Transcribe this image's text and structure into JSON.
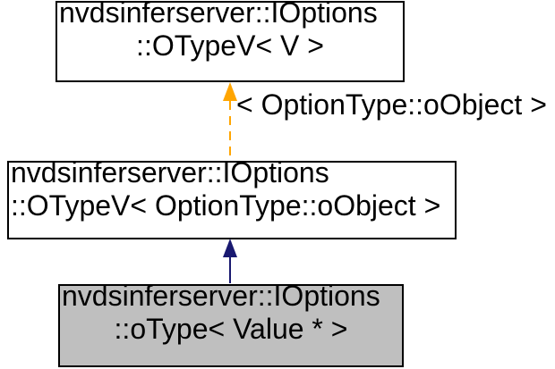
{
  "diagram": {
    "type": "class-inheritance-graph",
    "nodes": [
      {
        "id": "otypev-v",
        "line1": "nvdsinferserver::IOptions",
        "line2": "::OTypeV< V >",
        "full_name": "nvdsinferserver::IOptions::OTypeV< V >",
        "fill": "#ffffff",
        "role": "template-base-class"
      },
      {
        "id": "otypev-optiontype-oobject",
        "line1": "nvdsinferserver::IOptions",
        "line2": "::OTypeV< OptionType::oObject >",
        "full_name": "nvdsinferserver::IOptions::OTypeV< OptionType::oObject >",
        "fill": "#ffffff",
        "role": "instantiated-base-class"
      },
      {
        "id": "otype-value-ptr",
        "line1": "nvdsinferserver::IOptions",
        "line2": "::oType< Value * >",
        "full_name": "nvdsinferserver::IOptions::oType< Value * >",
        "fill": "#bfbfbf",
        "role": "current-class"
      }
    ],
    "edges": [
      {
        "id": "template-instantiation",
        "from": "otypev-optiontype-oobject",
        "to": "otypev-v",
        "style": "dashed",
        "color": "#ffa500",
        "label": "< OptionType::oObject >"
      },
      {
        "id": "inheritance",
        "from": "otype-value-ptr",
        "to": "otypev-optiontype-oobject",
        "style": "solid",
        "color": "#191970",
        "label": ""
      }
    ],
    "colors": {
      "background": "#ffffff",
      "node_border": "#000000",
      "node_fill": "#ffffff",
      "current_node_fill": "#bfbfbf",
      "text": "#000000",
      "template_edge": "#ffa500",
      "inheritance_edge": "#191970"
    }
  }
}
